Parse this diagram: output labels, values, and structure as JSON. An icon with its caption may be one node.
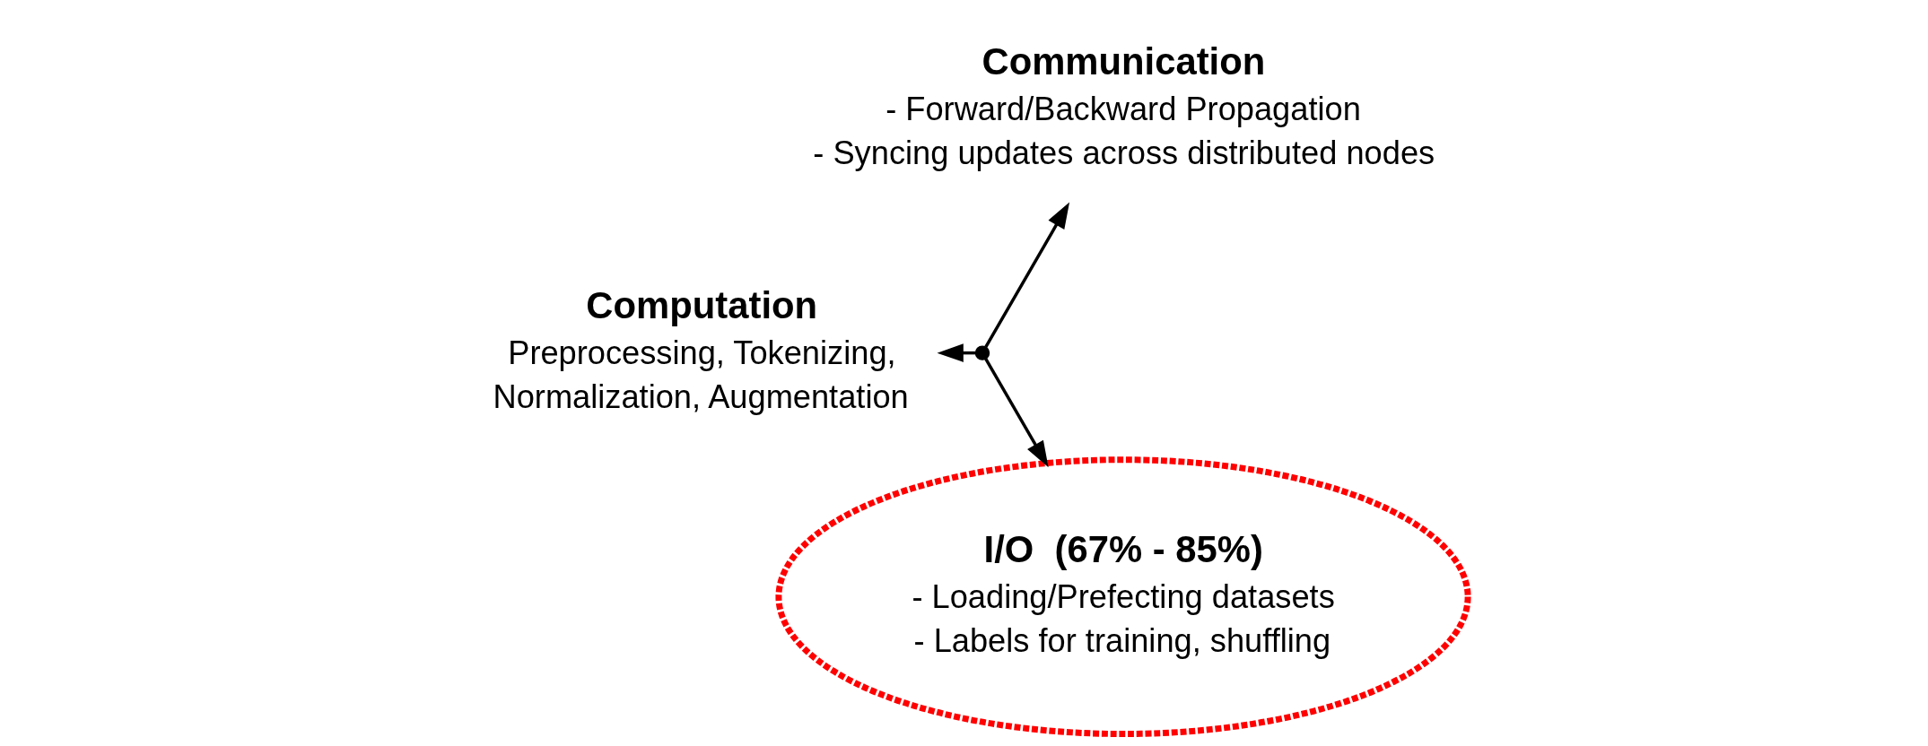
{
  "diagram": {
    "nodes": [
      {
        "text": [
          "Communication",
          "- Forward/Backward Propagation",
          "- Syncing updates across distributed nodes"
        ]
      },
      {
        "text": [],
        "shape": "point"
      },
      {
        "text": [
          "Computation",
          "Preprocessing, Tokenizing, Normalization, Augmentation"
        ]
      },
      {
        "text": [
          "I/O  (67% - 85%)",
          "- Loading/Prefecting datasets",
          "- Labels for training, shuffling"
        ]
      }
    ],
    "edges": [
      {
        "from": 1,
        "to": 0,
        "arrow": "to"
      },
      {
        "from": 1,
        "to": 2,
        "arrow": "to"
      },
      {
        "from": 1,
        "to": 3,
        "arrow": "to"
      }
    ]
  }
}
